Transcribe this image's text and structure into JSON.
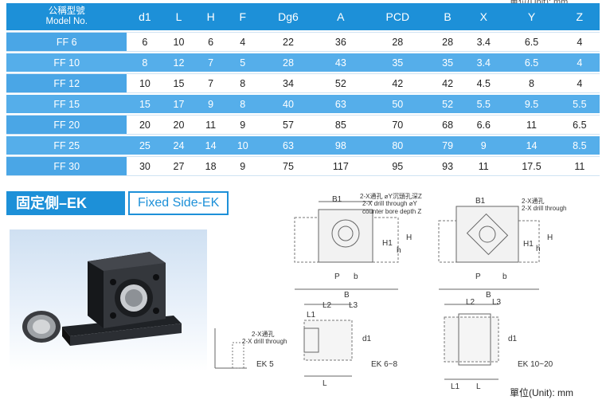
{
  "table": {
    "headers": [
      "公稱型號\nModel No.",
      "d1",
      "L",
      "H",
      "F",
      "Dg6",
      "A",
      "PCD",
      "B",
      "X",
      "Y",
      "Z"
    ],
    "rows": [
      [
        "FF 6",
        "6",
        "10",
        "6",
        "4",
        "22",
        "36",
        "28",
        "28",
        "3.4",
        "6.5",
        "4"
      ],
      [
        "FF 10",
        "8",
        "12",
        "7",
        "5",
        "28",
        "43",
        "35",
        "35",
        "3.4",
        "6.5",
        "4"
      ],
      [
        "FF 12",
        "10",
        "15",
        "7",
        "8",
        "34",
        "52",
        "42",
        "42",
        "4.5",
        "8",
        "4"
      ],
      [
        "FF 15",
        "15",
        "17",
        "9",
        "8",
        "40",
        "63",
        "50",
        "52",
        "5.5",
        "9.5",
        "5.5"
      ],
      [
        "FF 20",
        "20",
        "20",
        "11",
        "9",
        "57",
        "85",
        "70",
        "68",
        "6.6",
        "11",
        "6.5"
      ],
      [
        "FF 25",
        "25",
        "24",
        "14",
        "10",
        "63",
        "98",
        "80",
        "79",
        "9",
        "14",
        "8.5"
      ],
      [
        "FF 30",
        "30",
        "27",
        "18",
        "9",
        "75",
        "117",
        "95",
        "93",
        "11",
        "17.5",
        "11"
      ]
    ]
  },
  "banner": {
    "cn": "固定側–EK",
    "en": "Fixed Side-EK"
  },
  "drawings": {
    "d1_callout": "2-X通孔 ⌀Y沉頭孔深Z",
    "d1_callout2": "2-X drill through ⌀Y",
    "d1_callout3": "counter bore depth Z",
    "d2_callout": "2-X通孔",
    "d2_callout2": "2-X drill through",
    "ek5_callout": "2-X通孔",
    "ek5_callout2": "2-X drill through",
    "label_ek5": "EK 5",
    "label_ek68": "EK 6~8",
    "label_ek1020": "EK 10~20",
    "dims": {
      "B1": "B1",
      "P": "P",
      "b": "b",
      "B": "B",
      "H": "H",
      "H1": "H1",
      "h": "h",
      "L1": "L1",
      "L2": "L2",
      "L3": "L3",
      "L": "L",
      "d1": "d1"
    }
  },
  "top_clip": "單位(Unit): mm",
  "unit": "單位(Unit):   mm",
  "colors": {
    "header": "#1d90d8",
    "stripe": "#55aeea"
  }
}
